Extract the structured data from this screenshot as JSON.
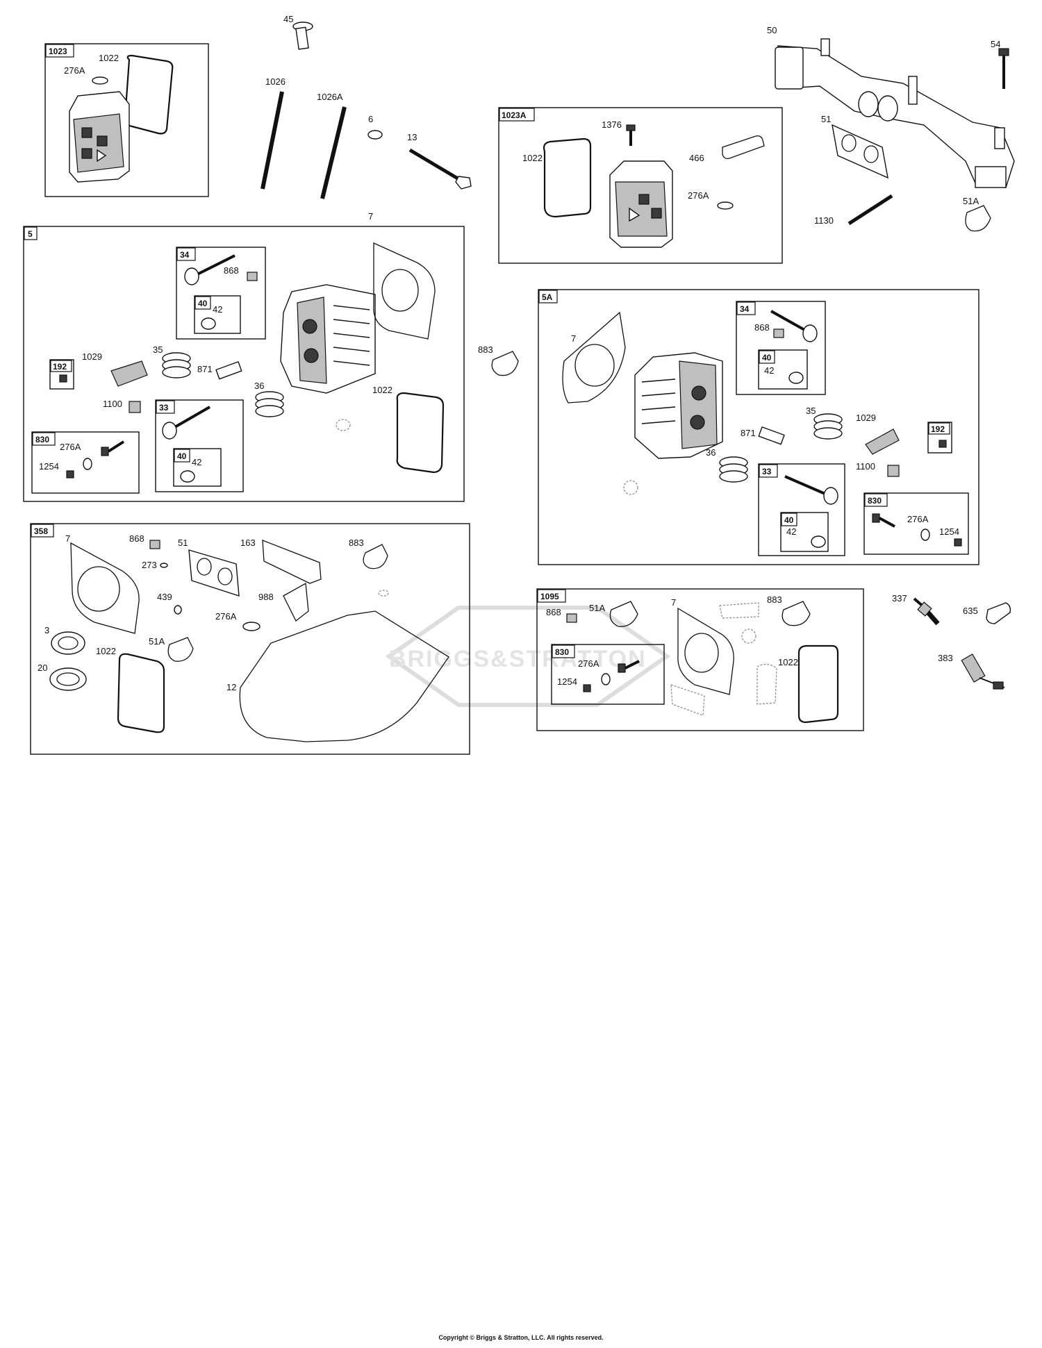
{
  "watermark": "BRIGGS&STRATTON",
  "copyright": "Copyright © Briggs & Stratton, LLC. All rights reserved.",
  "callouts": {
    "p45": "45",
    "p1026": "1026",
    "p1026A": "1026A",
    "p6": "6",
    "p13": "13",
    "p50": "50",
    "p54": "54",
    "p51": "51",
    "p1130": "1130",
    "p51A": "51A",
    "p883": "883",
    "p337": "337",
    "p635": "635",
    "p383": "383"
  },
  "groups": {
    "g1023": {
      "title": "1023",
      "items": {
        "a": "1022",
        "b": "276A"
      }
    },
    "g1023A": {
      "title": "1023A",
      "items": {
        "a": "1376",
        "b": "1022",
        "c": "466",
        "d": "276A"
      }
    },
    "g5": {
      "title": "5",
      "items": {
        "p7": "7",
        "p1029": "1029",
        "p35": "35",
        "p871": "871",
        "p36": "36",
        "p1100": "1100",
        "p1022": "1022"
      },
      "sub34": {
        "title": "34",
        "p868": "868",
        "sub40": {
          "title": "40",
          "p42": "42"
        }
      },
      "sub192": {
        "title": "192"
      },
      "sub33": {
        "title": "33",
        "sub40": {
          "title": "40",
          "p42": "42"
        }
      },
      "sub830": {
        "title": "830",
        "p276A": "276A",
        "p1254": "1254"
      }
    },
    "g5A": {
      "title": "5A",
      "items": {
        "p7": "7",
        "p35": "35",
        "p1029": "1029",
        "p871": "871",
        "p36": "36",
        "p1100": "1100"
      },
      "sub34": {
        "title": "34",
        "p868": "868",
        "sub40": {
          "title": "40",
          "p42": "42"
        }
      },
      "sub192": {
        "title": "192"
      },
      "sub33": {
        "title": "33",
        "sub40": {
          "title": "40",
          "p42": "42"
        }
      },
      "sub830": {
        "title": "830",
        "p276A": "276A",
        "p1254": "1254"
      }
    },
    "g358": {
      "title": "358",
      "items": {
        "p7": "7",
        "p868": "868",
        "p51": "51",
        "p163": "163",
        "p883": "883",
        "p273": "273",
        "p439": "439",
        "p988": "988",
        "p276A": "276A",
        "p3": "3",
        "p1022": "1022",
        "p51A": "51A",
        "p20": "20",
        "p12": "12"
      }
    },
    "g1095": {
      "title": "1095",
      "items": {
        "p868": "868",
        "p51A": "51A",
        "p7": "7",
        "p883": "883",
        "p1022": "1022"
      },
      "sub830": {
        "title": "830",
        "p276A": "276A",
        "p1254": "1254"
      }
    }
  }
}
